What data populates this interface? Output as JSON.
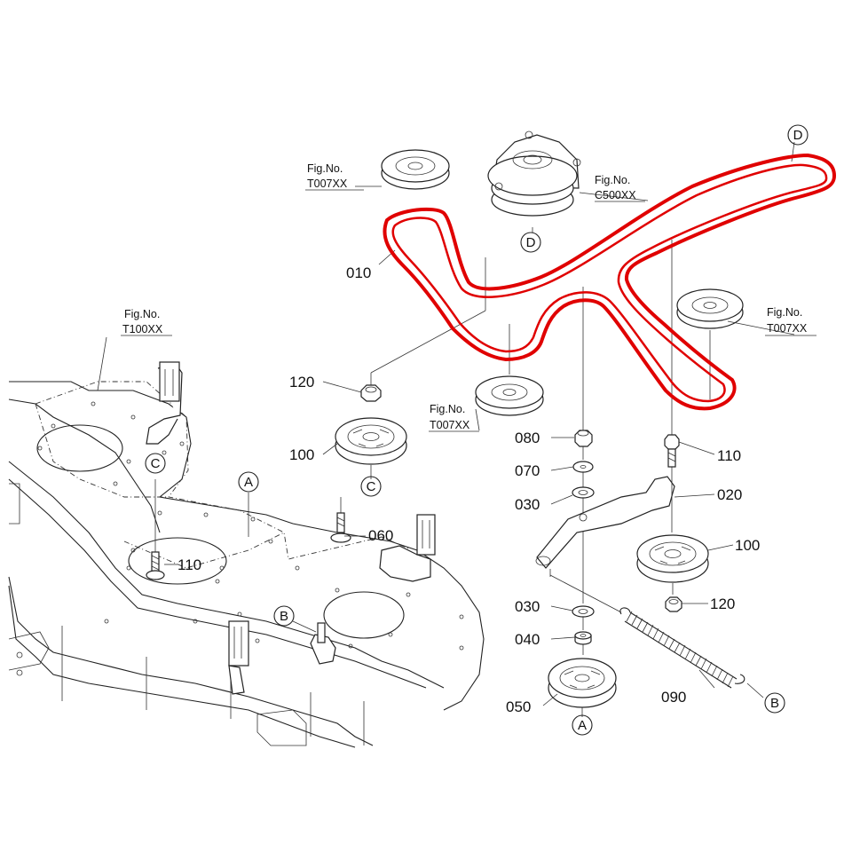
{
  "diagram": {
    "callouts": {
      "belt": "010",
      "idler_arm": "020",
      "washer_a": "030",
      "washer_b": "030",
      "collar": "040",
      "pulley_large": "050",
      "bolt_060": "060",
      "washer_070": "070",
      "nut_080": "080",
      "spring": "090",
      "pulley_left": "100",
      "pulley_arm": "100",
      "bolt_110_right": "110",
      "bolt_110_left": "110",
      "nut_120_left": "120",
      "nut_120_right": "120"
    },
    "figure_refs": {
      "top_left": {
        "line1": "Fig.No.",
        "line2": "T007XX"
      },
      "top_center": {
        "line1": "Fig.No.",
        "line2": "C500XX"
      },
      "right": {
        "line1": "Fig.No.",
        "line2": "T007XX"
      },
      "center": {
        "line1": "Fig.No.",
        "line2": "T007XX"
      },
      "deck": {
        "line1": "Fig.No.",
        "line2": "T100XX"
      }
    },
    "markers": {
      "d_top": "D",
      "d_clutch": "D",
      "c_pulley": "C",
      "c_deck": "C",
      "a_deck": "A",
      "a_bottom": "A",
      "b_deck": "B",
      "b_spring": "B"
    },
    "colors": {
      "belt": "#e00000",
      "line": "#222222"
    }
  }
}
